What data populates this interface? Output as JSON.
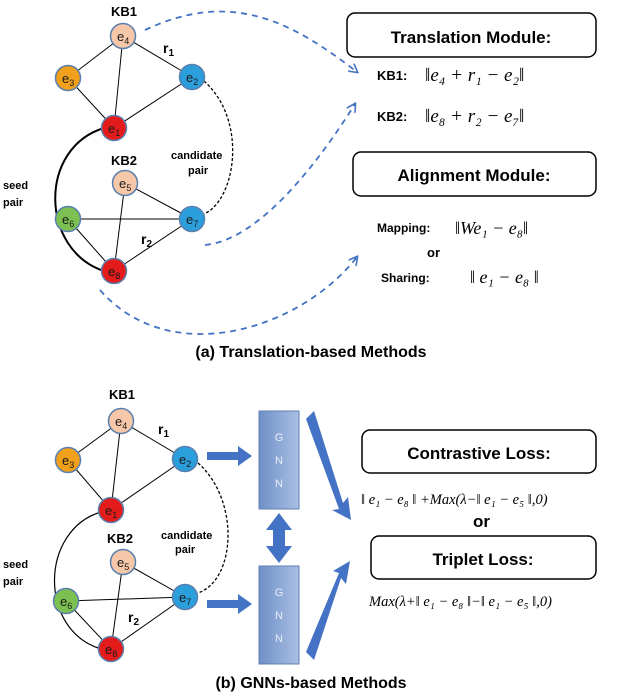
{
  "colors": {
    "orange": "#f0a01a",
    "peach": "#f6c7a8",
    "blue": "#2a9fdc",
    "red": "#e31b1b",
    "green": "#7cc052",
    "arrow_blue": "#4472c4",
    "gnn_fill": "#7f9fd3"
  },
  "top": {
    "kb1": "KB1",
    "kb2": "KB2",
    "r1": "r",
    "r1_sub": "1",
    "r2": "r",
    "r2_sub": "2",
    "seed_pair_line1": "seed",
    "seed_pair_line2": "pair",
    "candidate_line1": "candidate",
    "candidate_line2": "pair",
    "nodes": {
      "e1": "1",
      "e2": "2",
      "e3": "3",
      "e4": "4",
      "e5": "5",
      "e6": "6",
      "e7": "7",
      "e8": "8"
    },
    "node_letter": "e",
    "translation_title": "Translation Module:",
    "kb1_label": "KB1:",
    "kb1_formula": "‖e₄ + r₁ − e₂‖",
    "kb2_label": "KB2:",
    "kb2_formula": "‖e₈ + r₂ − e₇‖",
    "alignment_title": "Alignment Module:",
    "mapping_label": "Mapping:",
    "mapping_formula": "‖We₁ − e₈‖",
    "or": "or",
    "sharing_label": "Sharing:",
    "sharing_formula": "‖ e₁ − e₈ ‖",
    "caption": "(a) Translation-based Methods"
  },
  "bottom": {
    "kb1": "KB1",
    "kb2": "KB2",
    "r1": "r",
    "r1_sub": "1",
    "r2": "r",
    "r2_sub": "2",
    "seed_pair_line1": "seed",
    "seed_pair_line2": "pair",
    "candidate_line1": "candidate",
    "candidate_line2": "pair",
    "gnn_letters": [
      "G",
      "N",
      "N"
    ],
    "contrastive_title": "Contrastive Loss:",
    "contrastive_formula": "‖ e₁ − e₈ ‖ +Max(λ−‖ e₁ − e₅ ‖,0)",
    "or": "or",
    "triplet_title": "Triplet Loss:",
    "triplet_formula": "Max(λ+‖ e₁ − e₈ ‖−‖ e₁ − e₅ ‖,0)",
    "caption": "(b) GNNs-based Methods"
  }
}
